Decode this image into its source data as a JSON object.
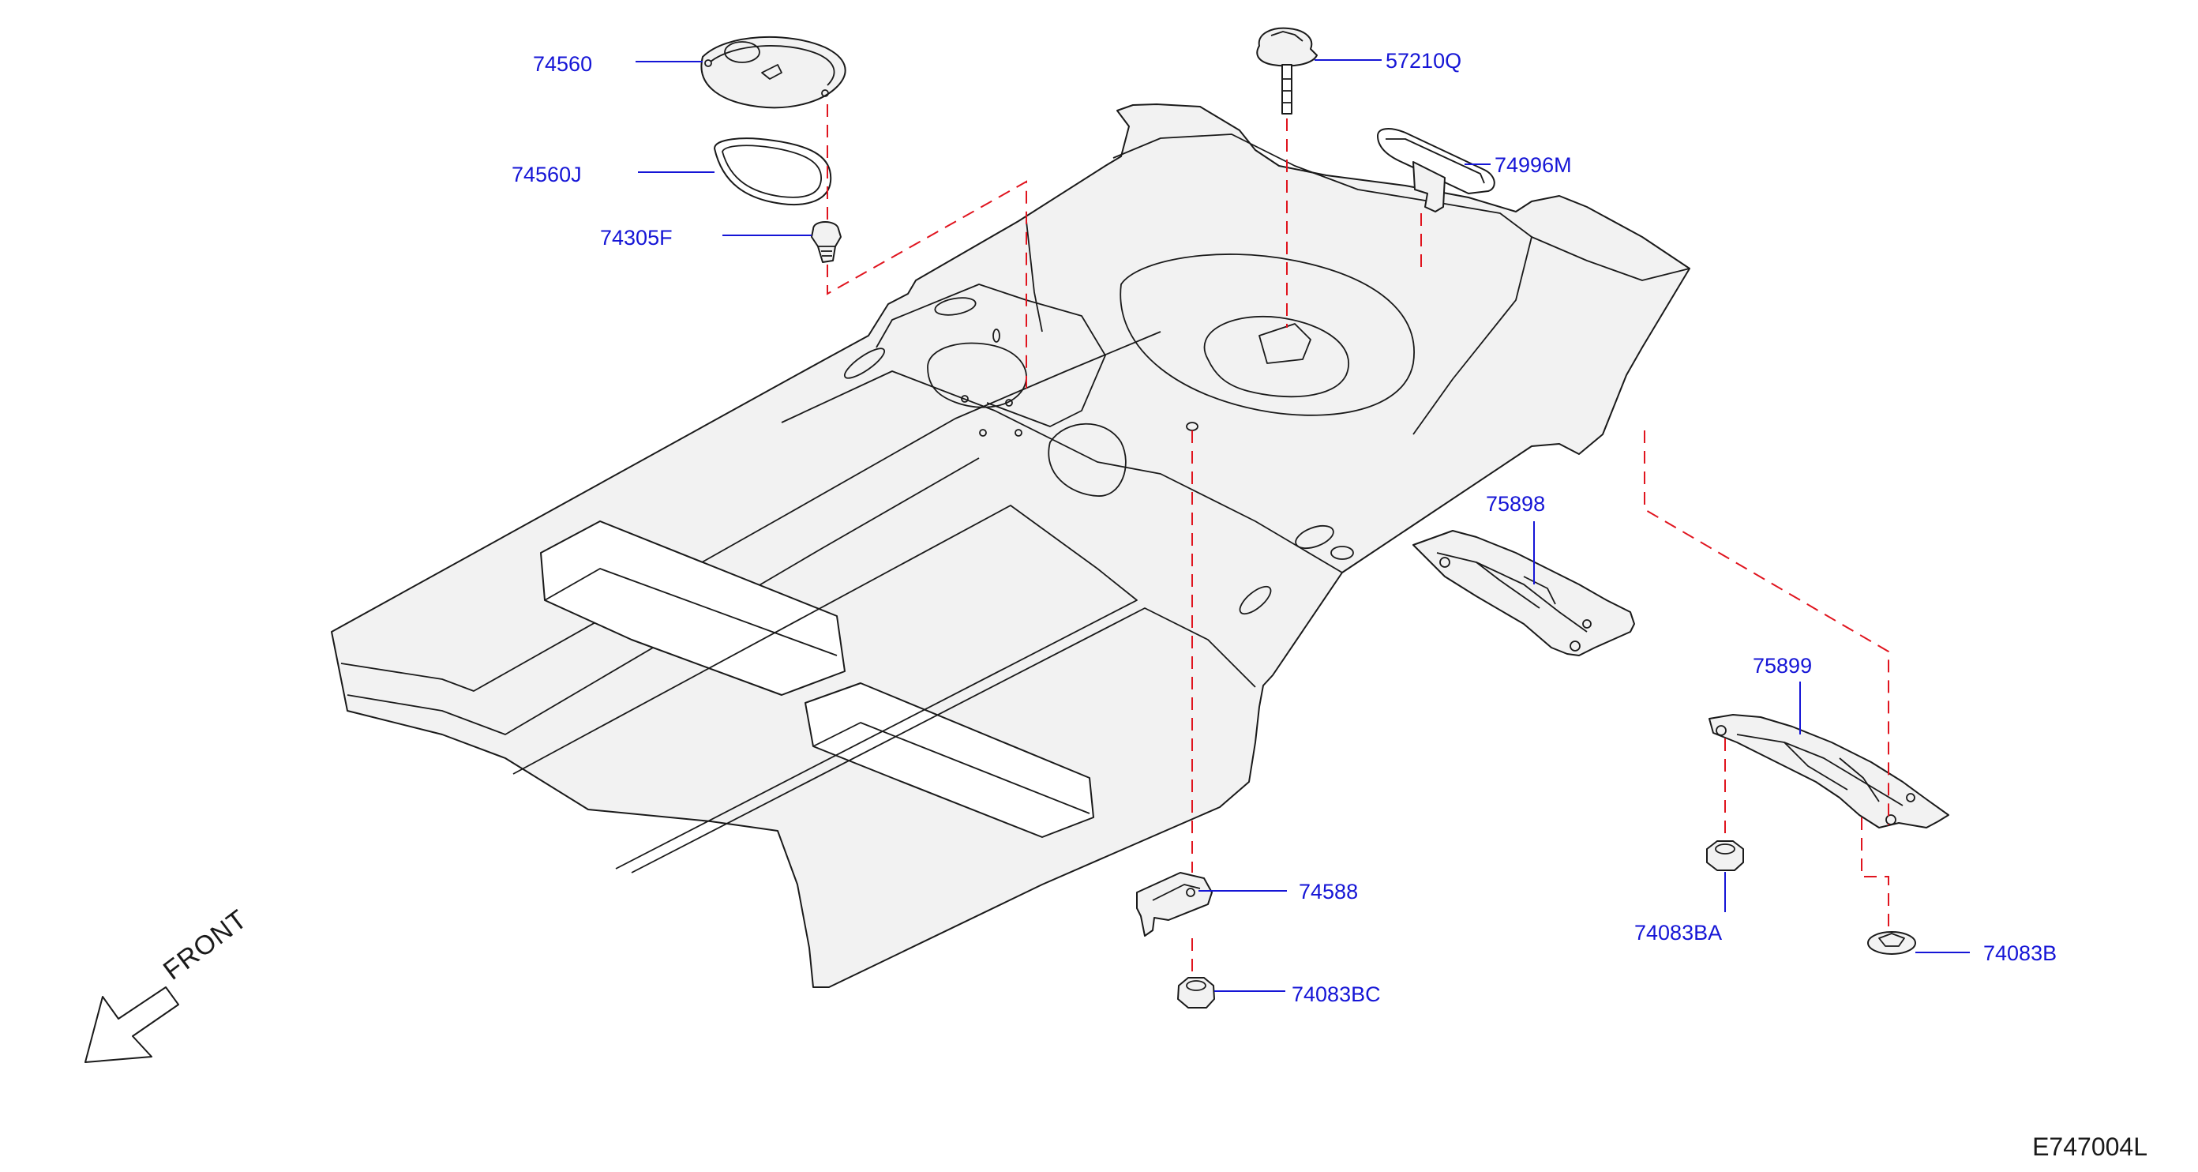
{
  "diagram": {
    "code": "E747004L",
    "front_label": "FRONT",
    "colors": {
      "label": "#1515d6",
      "leader": "#1515d6",
      "reference_line": "#e0141e",
      "outline": "#1a1a1a",
      "fill": "#f2f2f2"
    },
    "parts": [
      {
        "id": "74560"
      },
      {
        "id": "74560J"
      },
      {
        "id": "74305F"
      },
      {
        "id": "57210Q"
      },
      {
        "id": "74996M"
      },
      {
        "id": "75898"
      },
      {
        "id": "75899"
      },
      {
        "id": "74588"
      },
      {
        "id": "74083BC"
      },
      {
        "id": "74083BA"
      },
      {
        "id": "74083B"
      }
    ]
  }
}
